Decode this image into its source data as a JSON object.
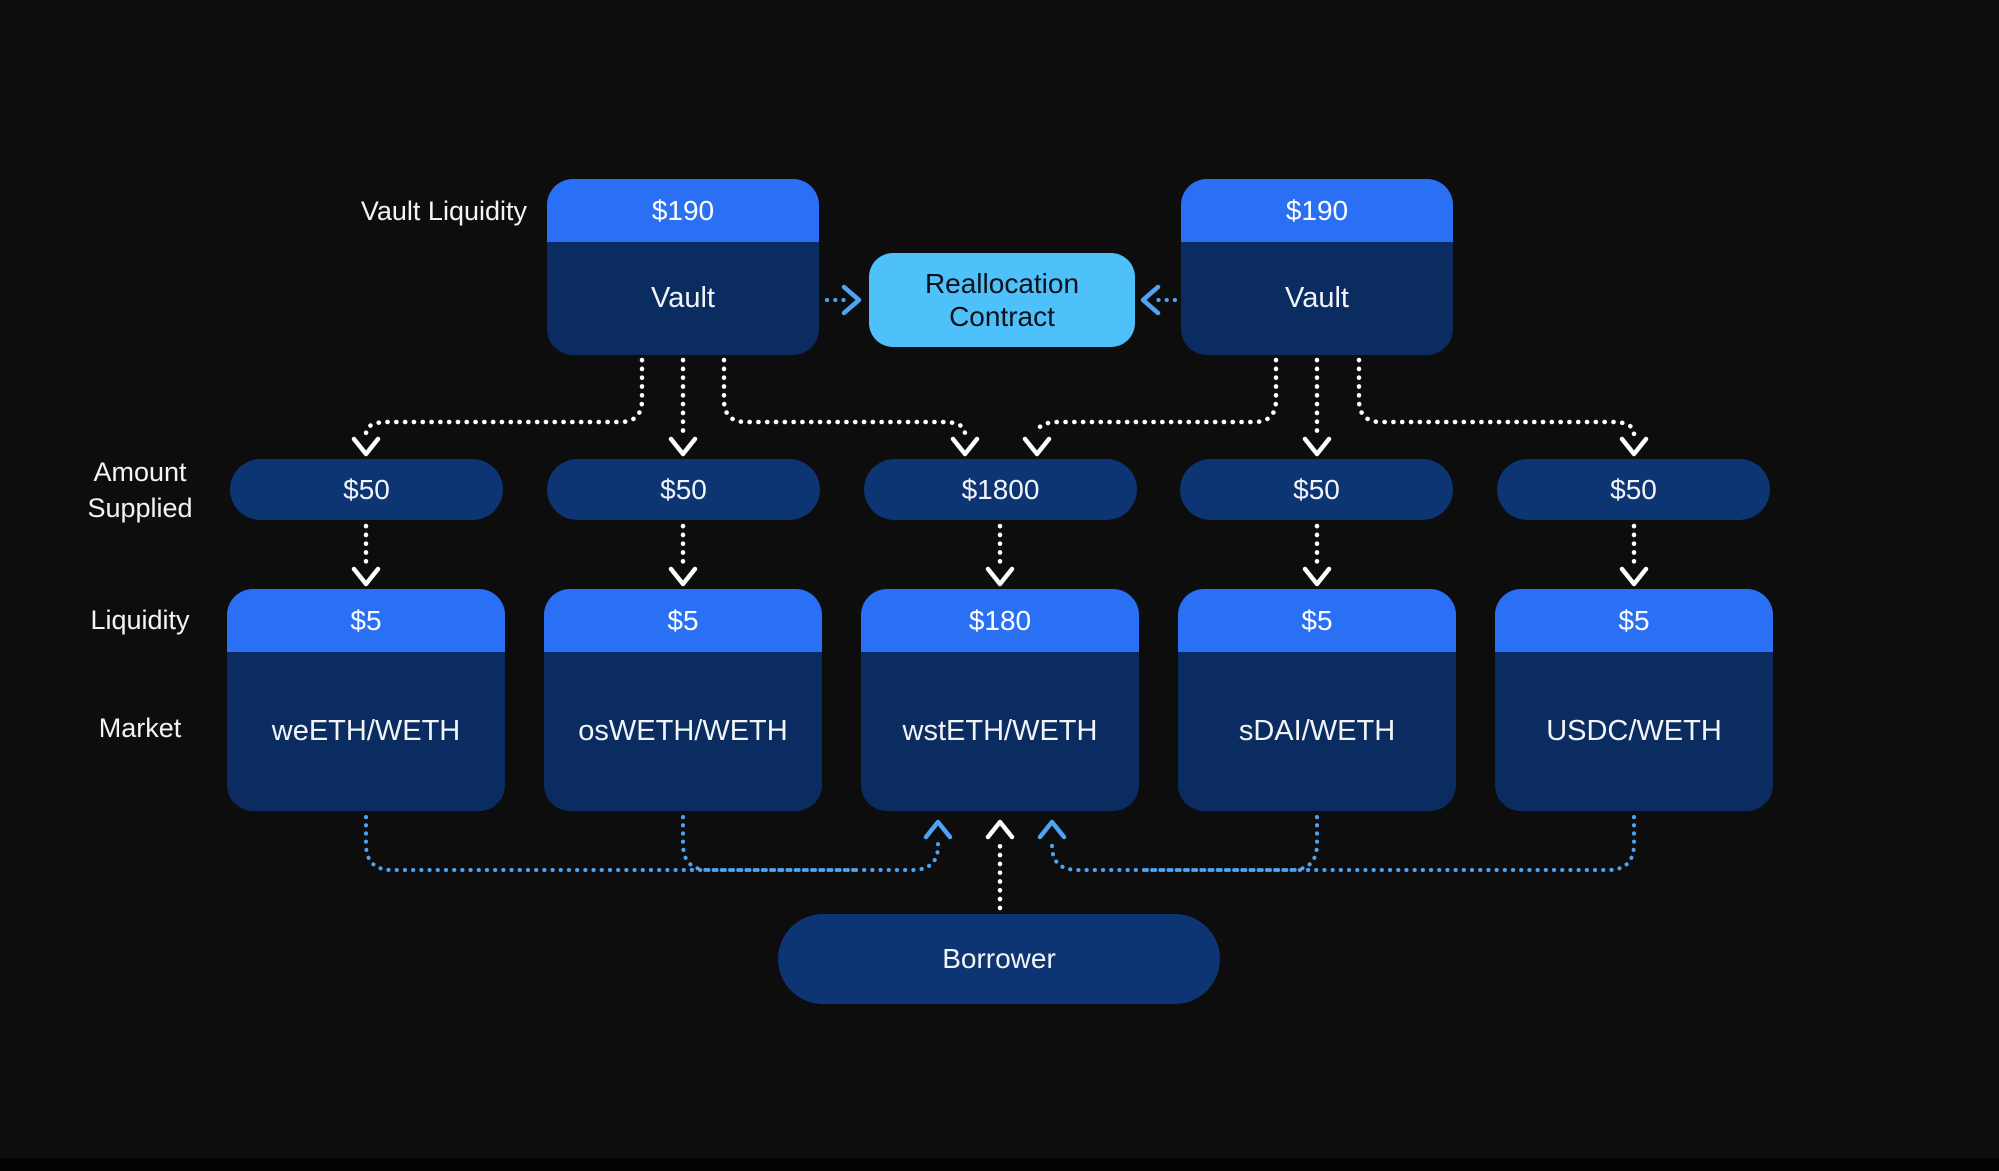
{
  "labels": {
    "vault_liquidity": "Vault Liquidity",
    "amount_supplied": "Amount Supplied",
    "liquidity": "Liquidity",
    "market": "Market"
  },
  "vaults": [
    {
      "liquidity": "$190",
      "name": "Vault"
    },
    {
      "liquidity": "$190",
      "name": "Vault"
    }
  ],
  "reallocation_contract": {
    "label": "Reallocation Contract"
  },
  "amounts_supplied": [
    "$50",
    "$50",
    "$1800",
    "$50",
    "$50"
  ],
  "markets": [
    {
      "liquidity": "$5",
      "name": "weETH/WETH"
    },
    {
      "liquidity": "$5",
      "name": "osWETH/WETH"
    },
    {
      "liquidity": "$180",
      "name": "wstETH/WETH"
    },
    {
      "liquidity": "$5",
      "name": "sDAI/WETH"
    },
    {
      "liquidity": "$5",
      "name": "USDC/WETH"
    }
  ],
  "borrower": {
    "label": "Borrower"
  },
  "colors": {
    "background": "#0d0d0e",
    "header_blue": "#2970f5",
    "card_navy": "#0a2c60",
    "pill_navy": "#0d3473",
    "contract_blue": "#4ec1fa",
    "contract_text": "#0d1118",
    "text_white": "#f2f4f7",
    "arrow_white": "#ffffff",
    "arrow_blue": "#4da4f2"
  }
}
